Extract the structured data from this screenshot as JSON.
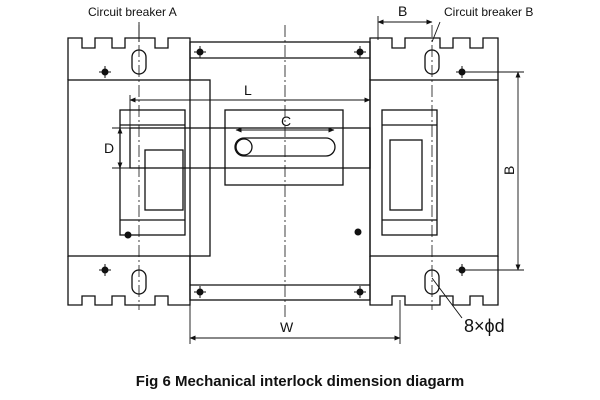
{
  "labels": {
    "breaker_a": "Circuit breaker A",
    "breaker_b": "Circuit breaker B",
    "dim_b_top": "B",
    "dim_l": "L",
    "dim_c": "C",
    "dim_d": "D",
    "dim_b_side": "B",
    "dim_w": "W",
    "holes": "8×ϕd"
  },
  "caption": "Fig 6 Mechanical interlock dimension diagarm",
  "colors": {
    "line": "#111111",
    "background": "#ffffff"
  }
}
